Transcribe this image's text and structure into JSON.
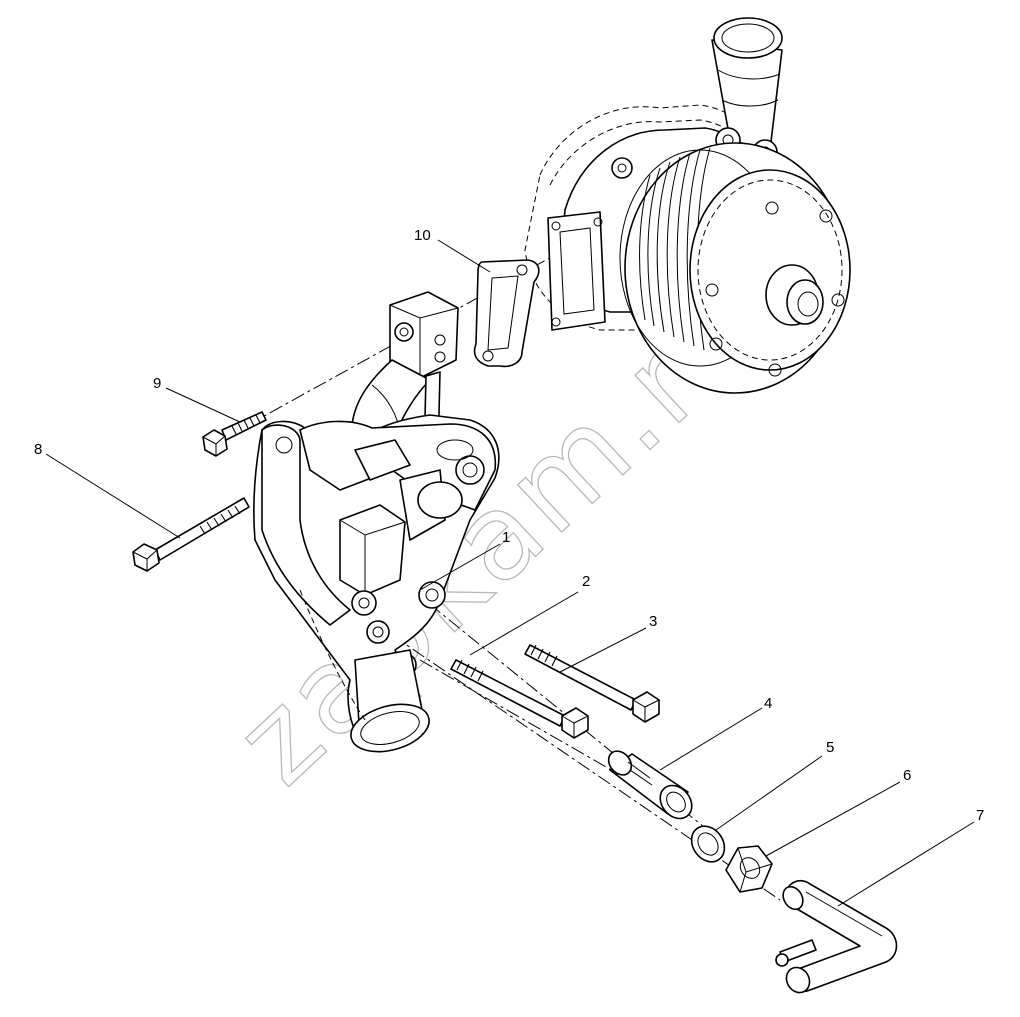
{
  "watermark": {
    "text": "zapkam.ru"
  },
  "callouts": {
    "c1": "1",
    "c2": "2",
    "c3": "3",
    "c4": "4",
    "c5": "5",
    "c6": "6",
    "c7": "7",
    "c8": "8",
    "c9": "9",
    "c10": "10"
  }
}
